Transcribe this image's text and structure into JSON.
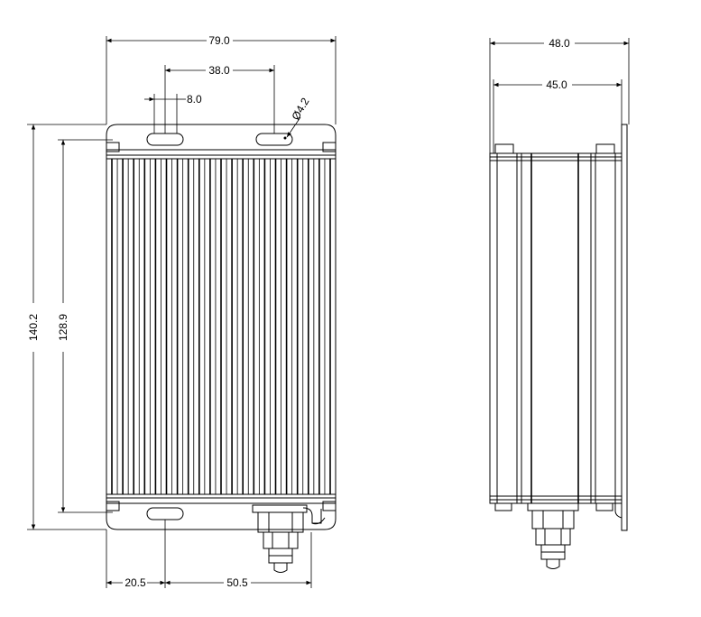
{
  "front_view": {
    "width": "79.0",
    "slot_spacing": "38.0",
    "slot_width": "8.0",
    "hole_diameter": "Ø4.2",
    "height_overall": "140.2",
    "height_body": "128.9",
    "bottom_offset": "20.5",
    "bottom_spacing": "50.5"
  },
  "side_view": {
    "width_outer": "48.0",
    "width_inner": "45.0"
  }
}
